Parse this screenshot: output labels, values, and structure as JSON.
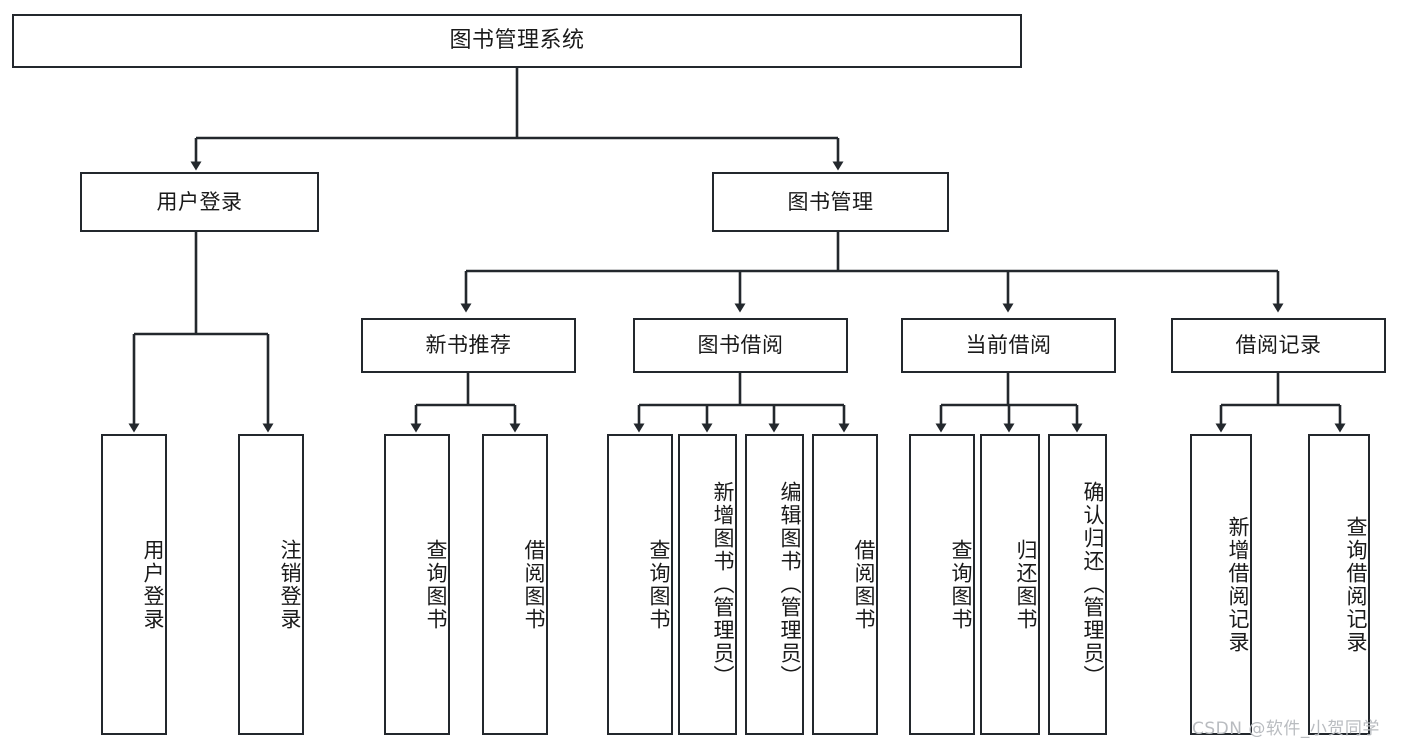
{
  "diagram": {
    "title": "图书管理系统",
    "type": "tree-hierarchy-diagram",
    "colors": {
      "stroke": "#23282d",
      "fill": "#ffffff",
      "text": "#1a1a1a",
      "watermark": "#b9bcc0"
    }
  },
  "nodes": {
    "root": {
      "label": "图书管理系统"
    },
    "level2": [
      {
        "label": "用户登录"
      },
      {
        "label": "图书管理"
      }
    ],
    "level3": [
      {
        "label": "新书推荐"
      },
      {
        "label": "图书借阅"
      },
      {
        "label": "当前借阅"
      },
      {
        "label": "借阅记录"
      }
    ],
    "leaves": {
      "user_login": [
        {
          "label": "用户登录"
        },
        {
          "label": "注销登录"
        }
      ],
      "new_book_recommend": [
        {
          "label": "查询图书"
        },
        {
          "label": "借阅图书"
        }
      ],
      "book_borrow": [
        {
          "label": "查询图书"
        },
        {
          "label": "新增图书（管理员）"
        },
        {
          "label": "编辑图书（管理员）"
        },
        {
          "label": "借阅图书"
        }
      ],
      "current_borrow": [
        {
          "label": "查询图书"
        },
        {
          "label": "归还图书"
        },
        {
          "label": "确认归还（管理员）"
        }
      ],
      "borrow_record": [
        {
          "label": "新增借阅记录"
        },
        {
          "label": "查询借阅记录"
        }
      ]
    }
  },
  "watermark": {
    "text": "CSDN @软件_小贺同学"
  }
}
